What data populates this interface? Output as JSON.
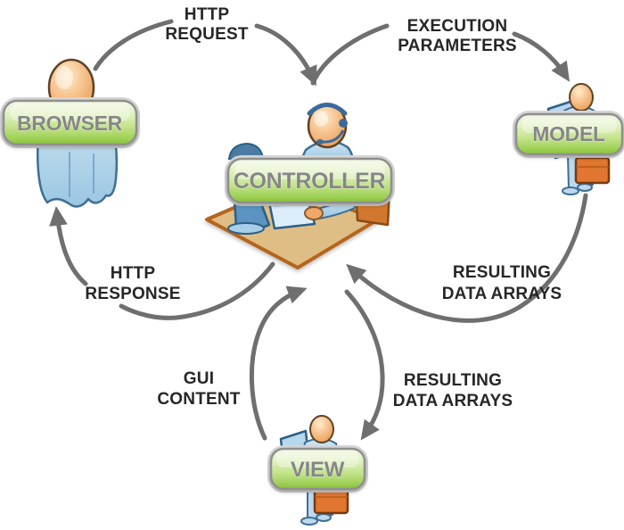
{
  "diagram_type": "flow-diagram",
  "subject": "MVC web application request/response cycle",
  "colors": {
    "background": "#ffffff",
    "pill_green_bottom": "#8cc63f",
    "pill_green_top": "#f4fae9",
    "pill_border_gray": "#8f8f8f",
    "pill_text_gray": "#868686",
    "arrow_gray": "#6f6f6f",
    "edge_label_text": "#262626",
    "figure_skin_orange": "#f2b377",
    "figure_body_blue": "#aed2ea",
    "floor_tan": "#dfbe85",
    "floor_border_orange": "#b5651d",
    "briefcase_orange": "#e0762f"
  },
  "nodes": [
    {
      "id": "browser",
      "label": "BROWSER",
      "icon": "person-standing-cloak"
    },
    {
      "id": "controller",
      "label": "CONTROLLER",
      "icon": "person-headset-at-desk"
    },
    {
      "id": "model",
      "label": "MODEL",
      "icon": "person-with-briefcase"
    },
    {
      "id": "view",
      "label": "VIEW",
      "icon": "person-with-briefcase"
    }
  ],
  "edges": [
    {
      "from": "browser",
      "to": "controller",
      "lines": [
        "HTTP",
        "REQUEST"
      ]
    },
    {
      "from": "controller",
      "to": "model",
      "lines": [
        "EXECUTION",
        "PARAMETERS"
      ]
    },
    {
      "from": "model",
      "to": "controller",
      "lines": [
        "RESULTING",
        "DATA ARRAYS"
      ]
    },
    {
      "from": "controller",
      "to": "browser",
      "lines": [
        "HTTP",
        "RESPONSE"
      ]
    },
    {
      "from": "view",
      "to": "controller",
      "lines": [
        "GUI",
        "CONTENT"
      ]
    },
    {
      "from": "controller",
      "to": "view",
      "lines": [
        "RESULTING",
        "DATA ARRAYS"
      ]
    }
  ]
}
